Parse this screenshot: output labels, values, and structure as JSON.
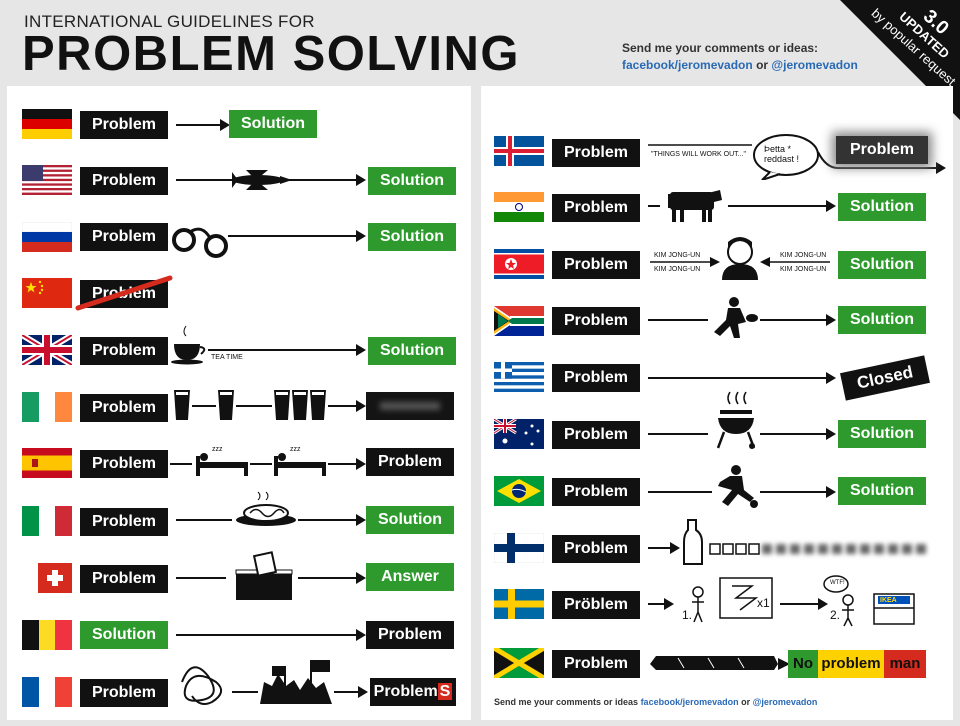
{
  "header": {
    "subtitle": "INTERNATIONAL GUIDELINES FOR",
    "title": "PROBLEM SOLVING",
    "contact_line1": "Send me your comments or ideas:",
    "contact_fb": "facebook/jeromevadon",
    "contact_or": "or",
    "contact_tw": "@jeromevadon"
  },
  "ribbon": {
    "version": "3.0",
    "updated": "UPDATED",
    "by": "by popular request"
  },
  "left_rows": [
    {
      "country": "germany",
      "start": "Problem",
      "end": "Solution"
    },
    {
      "country": "usa",
      "start": "Problem",
      "end": "Solution"
    },
    {
      "country": "russia",
      "start": "Problem",
      "end": "Solution"
    },
    {
      "country": "china",
      "start": "Problem",
      "end": ""
    },
    {
      "country": "uk",
      "start": "Problem",
      "end": "Solution",
      "note": "TEA TIME"
    },
    {
      "country": "ireland",
      "start": "Problem",
      "end": ""
    },
    {
      "country": "spain",
      "start": "Problem",
      "end": "Problem"
    },
    {
      "country": "italy",
      "start": "Problem",
      "end": "Solution"
    },
    {
      "country": "switzerland",
      "start": "Problem",
      "end": "Answer"
    },
    {
      "country": "belgium",
      "start": "Solution",
      "end": "Problem"
    },
    {
      "country": "france",
      "start": "Problem",
      "end": "Problem",
      "end_suffix": "S"
    }
  ],
  "right_rows": [
    {
      "country": "iceland",
      "start": "Problem",
      "end": "Problem",
      "note": "\"THINGS WILL WORK OUT...\"",
      "bubble1": "Þetta *",
      "bubble2": "reddast !"
    },
    {
      "country": "india",
      "start": "Problem",
      "end": "Solution"
    },
    {
      "country": "north-korea",
      "start": "Problem",
      "end": "Solution",
      "kim": "KIM JONG-UN"
    },
    {
      "country": "south-africa",
      "start": "Problem",
      "end": "Solution"
    },
    {
      "country": "greece",
      "start": "Problem",
      "end": "Closed"
    },
    {
      "country": "australia",
      "start": "Problem",
      "end": "Solution"
    },
    {
      "country": "brazil",
      "start": "Problem",
      "end": "Solution"
    },
    {
      "country": "finland",
      "start": "Problem",
      "end": ""
    },
    {
      "country": "sweden",
      "start": "Pröblem",
      "end": "",
      "x1": "x1",
      "step1": "1.",
      "step2": "2.",
      "wtf": "WTF!",
      "ikea": "IKEA"
    },
    {
      "country": "jamaica",
      "start": "Problem",
      "end_no": "No",
      "end_problem": "problem",
      "end_man": "man"
    }
  ],
  "footer": {
    "text": "Send me your comments or ideas",
    "fb": "facebook/jeromevadon",
    "or": "or",
    "tw": "@jeromevadon"
  },
  "colors": {
    "green": "#2e9a2e",
    "black": "#111111",
    "blue_link": "#2a6ab5"
  }
}
